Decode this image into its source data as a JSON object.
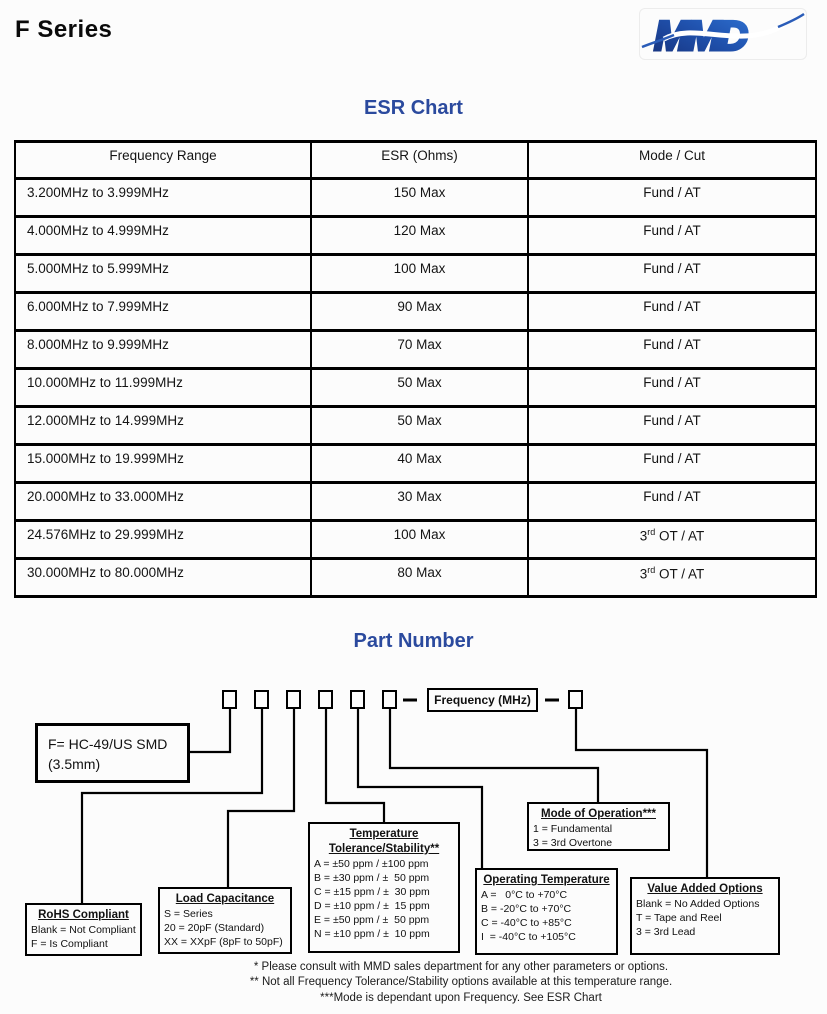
{
  "header": {
    "doc_title": "F Series",
    "logo_text": "MMD"
  },
  "colors": {
    "heading_blue": "#2b4a9e",
    "logo_blue_dark": "#1c3a8a",
    "logo_blue_light": "#2f72d2",
    "border_black": "#000000"
  },
  "esr_chart": {
    "heading": "ESR Chart",
    "table": {
      "columns": [
        "Frequency Range",
        "ESR (Ohms)",
        "Mode / Cut"
      ],
      "rows": [
        [
          "3.200MHz to 3.999MHz",
          "150 Max",
          "Fund / AT"
        ],
        [
          "4.000MHz to 4.999MHz",
          "120 Max",
          "Fund / AT"
        ],
        [
          "5.000MHz to 5.999MHz",
          "100 Max",
          "Fund / AT"
        ],
        [
          "6.000MHz to 7.999MHz",
          "90 Max",
          "Fund / AT"
        ],
        [
          "8.000MHz to 9.999MHz",
          "70 Max",
          "Fund / AT"
        ],
        [
          "10.000MHz to 11.999MHz",
          "50 Max",
          "Fund / AT"
        ],
        [
          "12.000MHz to 14.999MHz",
          "50 Max",
          "Fund / AT"
        ],
        [
          "15.000MHz to 19.999MHz",
          "40 Max",
          "Fund / AT"
        ],
        [
          "20.000MHz to 33.000MHz",
          "30 Max",
          "Fund / AT"
        ],
        [
          "24.576MHz to 29.999MHz",
          "100 Max",
          "3rd OT / AT"
        ],
        [
          "30.000MHz to 80.000MHz",
          "80 Max",
          "3rd OT / AT"
        ]
      ]
    }
  },
  "part_number": {
    "heading": "Part Number",
    "frequency_label": "Frequency (MHz)",
    "series_box": {
      "id": "series",
      "items": [
        "F= HC-49/US SMD",
        "(3.5mm)"
      ]
    },
    "boxes": [
      {
        "id": "rohs",
        "title_lines": [
          "RoHS Compliant"
        ],
        "items": [
          "Blank = Not Compliant",
          "F = Is Compliant"
        ]
      },
      {
        "id": "load",
        "title_lines": [
          "Load Capacitance"
        ],
        "items": [
          "S = Series",
          "20 = 20pF (Standard)",
          "XX = XXpF (8pF to 50pF)"
        ]
      },
      {
        "id": "temp",
        "title_lines": [
          "Temperature",
          "Tolerance/Stability**"
        ],
        "items": [
          "A = ±50 ppm / ±100 ppm",
          "B = ±30 ppm / ±  50 ppm",
          "C = ±15 ppm / ±  30 ppm",
          "D = ±10 ppm / ±  15 ppm",
          "E = ±50 ppm / ±  50 ppm",
          "N = ±10 ppm / ±  10 ppm"
        ]
      },
      {
        "id": "optemp",
        "title_lines": [
          "Operating Temperature"
        ],
        "items": [
          "A =   0°C to +70°C",
          "B = -20°C to +70°C",
          "C = -40°C to +85°C",
          "I  = -40°C to +105°C"
        ]
      },
      {
        "id": "mode",
        "title_lines": [
          "Mode of Operation***"
        ],
        "items": [
          "1 = Fundamental",
          "3 = 3rd Overtone"
        ]
      },
      {
        "id": "vao",
        "title_lines": [
          "Value Added Options"
        ],
        "items": [
          "Blank = No Added Options",
          "T = Tape and Reel",
          "3 = 3rd Lead"
        ]
      }
    ],
    "footnotes": [
      "* Please consult with MMD sales department for any other parameters or options.",
      "** Not all Frequency Tolerance/Stability options available at this temperature range.",
      "***Mode is dependant upon Frequency. See ESR Chart"
    ]
  }
}
